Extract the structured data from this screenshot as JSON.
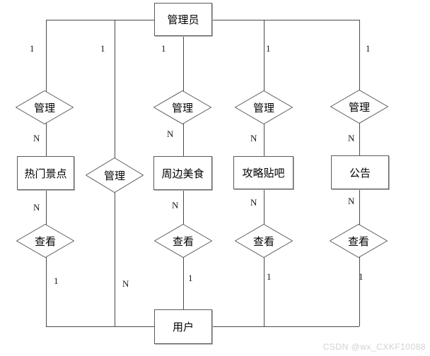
{
  "diagram": {
    "title": "admin-user-er-diagram",
    "entities": {
      "admin": "管理员",
      "hot_spots": "热门景点",
      "nearby_food": "周边美食",
      "guide_forum": "攻略贴吧",
      "announcement": "公告",
      "user": "用户"
    },
    "relationships": {
      "manage": "管理",
      "view": "查看"
    },
    "cardinality": {
      "one": "1",
      "many": "N"
    },
    "colors": {
      "line": "#4a4a4a",
      "shape_border": "#5a5a5a",
      "shape_fill": "#ffffff",
      "text": "#000000",
      "background": "#ffffff"
    }
  },
  "watermark": {
    "text": "CSDN @wx_CXKF10088",
    "color": "#d2d2d2"
  }
}
